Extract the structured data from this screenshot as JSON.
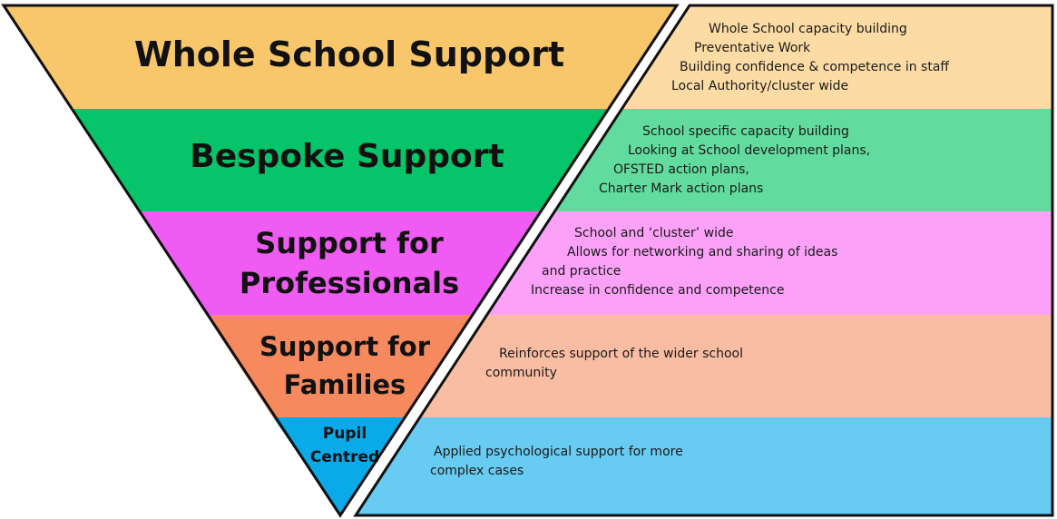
{
  "colors": {
    "whole_school": "#F8C66B",
    "bespoke": "#06C46A",
    "professionals": "#F05CF3",
    "families": "#F68A5E",
    "pupil": "#0AAAE8",
    "whole_school_light": "#FCDCA4",
    "bespoke_light": "#62DC9E",
    "professionals_light": "#FBA2F8",
    "families_light": "#F9BDA4",
    "pupil_light": "#67CBF2",
    "outline": "#111111"
  },
  "tiers": [
    {
      "label": "Whole School Support",
      "description": [
        "Whole School capacity building",
        "Preventative Work",
        "Building confidence & competence in staff",
        "Local Authority/cluster wide"
      ]
    },
    {
      "label": "Bespoke Support",
      "description": [
        "School specific capacity building",
        "Looking at School development plans,",
        "OFSTED action plans,",
        "Charter Mark action plans"
      ]
    },
    {
      "label_lines": [
        "Support for",
        "Professionals"
      ],
      "description": [
        "School and ‘cluster’ wide",
        "Allows for networking and sharing of ideas",
        "and practice",
        "Increase in confidence and competence"
      ]
    },
    {
      "label_lines": [
        "Support for",
        "Families"
      ],
      "description": [
        "Reinforces support of the wider school",
        "community"
      ]
    },
    {
      "label_lines": [
        "Pupil",
        "Centred"
      ],
      "description": [
        "Applied psychological support for more",
        "complex cases"
      ]
    }
  ]
}
